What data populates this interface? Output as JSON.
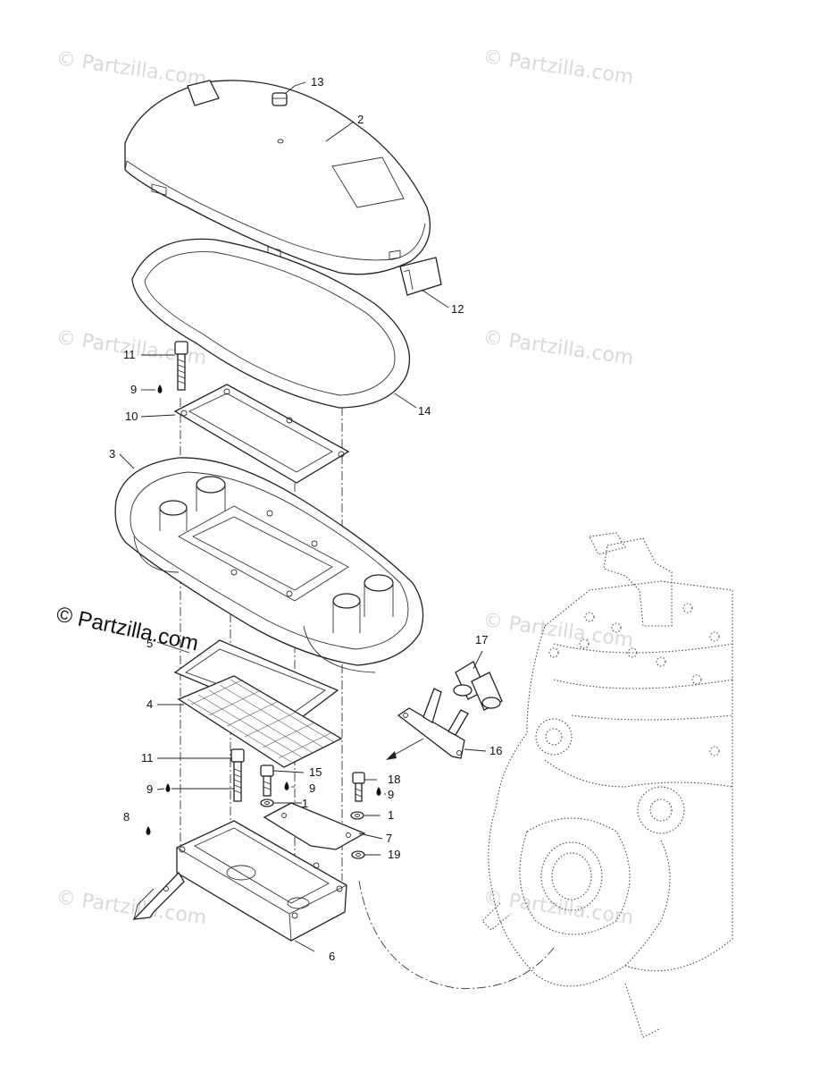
{
  "watermarks": {
    "faint": "© Partzilla.com",
    "prominent": "© Partzilla.com"
  },
  "callouts": {
    "c1a": "1",
    "c1b": "1",
    "c2": "2",
    "c3": "3",
    "c4": "4",
    "c5": "5",
    "c6": "6",
    "c7": "7",
    "c8": "8",
    "c9a": "9",
    "c9b": "9",
    "c9c": "9",
    "c9d": "9",
    "c10": "10",
    "c11a": "11",
    "c11b": "11",
    "c12": "12",
    "c13": "13",
    "c14": "14",
    "c15": "15",
    "c16": "16",
    "c17": "17",
    "c18": "18",
    "c19": "19"
  }
}
